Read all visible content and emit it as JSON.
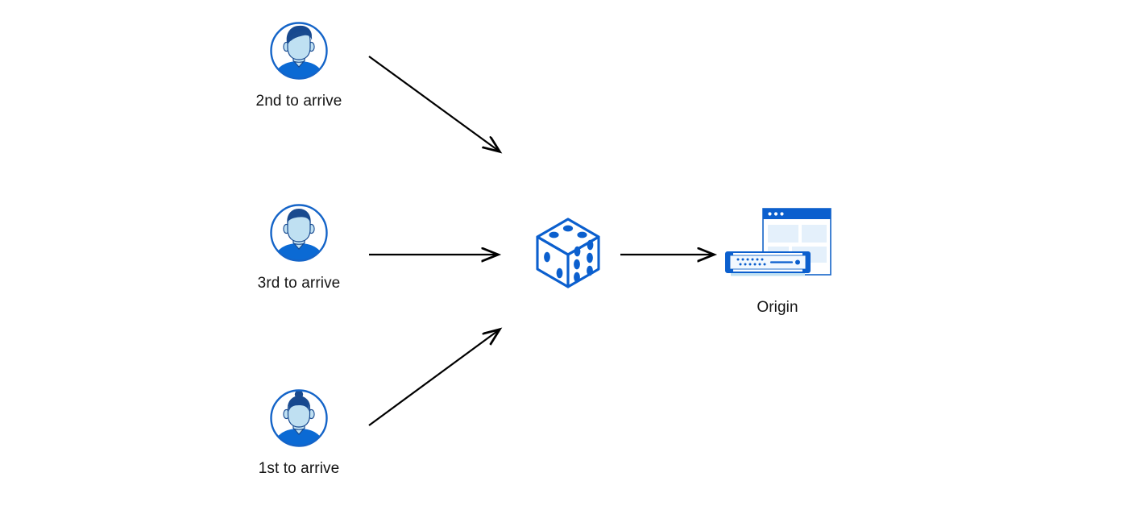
{
  "diagram": {
    "type": "flow-diagram",
    "background_color": "#ffffff",
    "palette": {
      "brand_blue": "#0b6ad4",
      "outline_blue": "#1464c8",
      "dark_blue": "#16488f",
      "hair_blue": "#194a8f",
      "face_blue": "#bfe0f2",
      "light_panel_blue": "#e4f0fb",
      "arrow_black": "#000000",
      "text_black": "#141414"
    },
    "clients": [
      {
        "id": "client-top",
        "icon": "user-avatar-icon",
        "hair_style": "short-wavy",
        "label": "2nd to arrive"
      },
      {
        "id": "client-middle",
        "icon": "user-avatar-icon",
        "hair_style": "short-cropped",
        "label": "3rd to arrive"
      },
      {
        "id": "client-bottom",
        "icon": "user-avatar-icon",
        "hair_style": "bun-updo",
        "label": "1st to arrive"
      }
    ],
    "randomizer": {
      "id": "dice",
      "icon": "dice-icon",
      "label": "",
      "faces": {
        "top_pips": 3,
        "left_pips": 2,
        "right_pips": 6
      }
    },
    "destination": {
      "id": "origin",
      "icon": "origin-server-icon",
      "label": "Origin",
      "parts": [
        "browser-window",
        "server-appliance"
      ]
    },
    "arrows": [
      {
        "id": "arrow-top-to-dice",
        "from": "client-top",
        "to": "dice",
        "direction": "down-right"
      },
      {
        "id": "arrow-middle-to-dice",
        "from": "client-middle",
        "to": "dice",
        "direction": "right"
      },
      {
        "id": "arrow-bottom-to-dice",
        "from": "client-bottom",
        "to": "dice",
        "direction": "up-right"
      },
      {
        "id": "arrow-dice-to-origin",
        "from": "dice",
        "to": "origin",
        "direction": "right"
      }
    ]
  }
}
